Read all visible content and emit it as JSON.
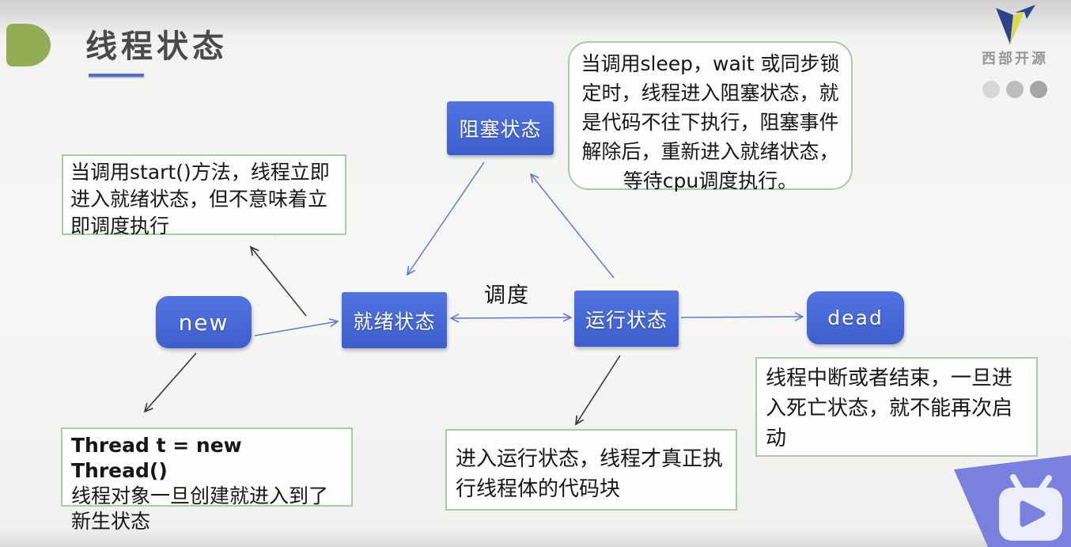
{
  "header": {
    "title": "线程状态"
  },
  "brand": {
    "logo_text": "西部开源"
  },
  "diagram": {
    "nodes": {
      "blocked": "阻塞状态",
      "new": "new",
      "ready": "就绪状态",
      "running": "运行状态",
      "dead": "dead"
    },
    "edge_label": "调度",
    "annotations": {
      "start_note": "当调用start()方法，线程立即进入就绪状态，但不意味着立即调度执行",
      "blocked_note": "当调用sleep，wait 或同步锁定时，线程进入阻塞状态，就是代码不往下执行，阻塞事件解除后，重新进入就绪状态，等待cpu调度执行。",
      "new_note_code": "Thread t = new Thread()",
      "new_note_text": "线程对象一旦创建就进入到了新生状态",
      "running_note": "进入运行状态，线程才真正执行线程体的代码块",
      "dead_note": "线程中断或者结束，一旦进入死亡状态，就不能再次启动"
    }
  },
  "colors": {
    "node_blue": "#4466d8",
    "note_border_green": "#a8cca8",
    "leaf_green": "#92ad55",
    "title_underline_blue": "#4b6fd6",
    "arrow_blue": "#6079d4",
    "arrow_black": "#383838",
    "pen_red": "#d9273c",
    "banner_purple": "#7a80dd",
    "logo_navy": "#2c448c",
    "logo_yellow": "#d8dc4e"
  }
}
